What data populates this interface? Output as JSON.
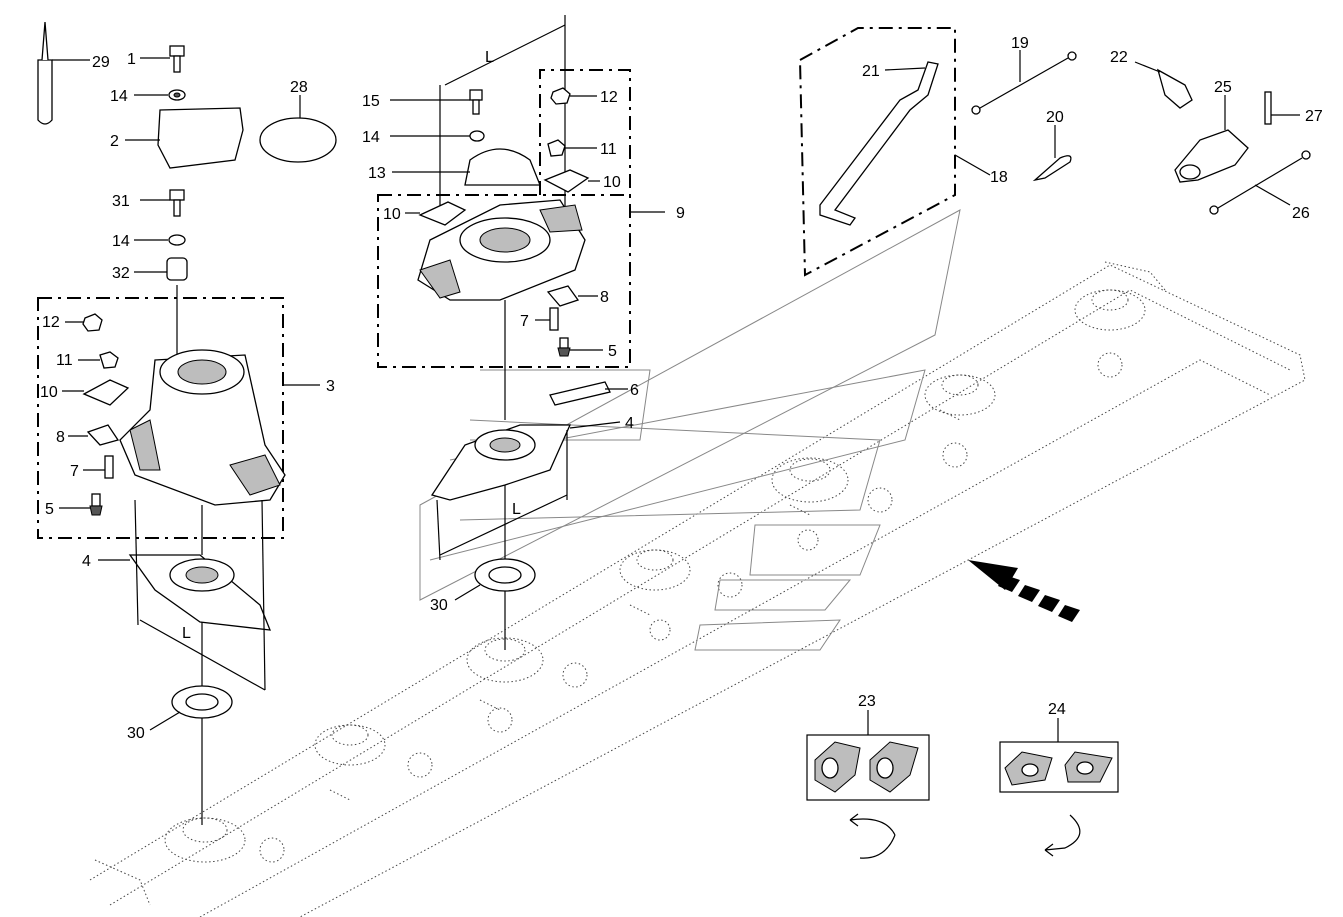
{
  "diagram": {
    "callouts": {
      "c1": "1",
      "c2": "2",
      "c3": "3",
      "c4a": "4",
      "c4b": "4",
      "c5a": "5",
      "c5b": "5",
      "c6": "6",
      "c7a": "7",
      "c7b": "7",
      "c8a": "8",
      "c8b": "8",
      "c9": "9",
      "c10a": "10",
      "c10b": "10",
      "c10c": "10",
      "c11a": "11",
      "c11b": "11",
      "c12a": "12",
      "c12b": "12",
      "c13": "13",
      "c14a": "14",
      "c14b": "14",
      "c14c": "14",
      "c15": "15",
      "c18": "18",
      "c19": "19",
      "c20": "20",
      "c21": "21",
      "c22": "22",
      "c23": "23",
      "c24": "24",
      "c25": "25",
      "c26": "26",
      "c27": "27",
      "c28": "28",
      "c29": "29",
      "c30a": "30",
      "c30b": "30",
      "c31": "31",
      "c32": "32"
    },
    "dimension_labels": {
      "la": "L",
      "lb": "L",
      "lc": "L"
    }
  }
}
